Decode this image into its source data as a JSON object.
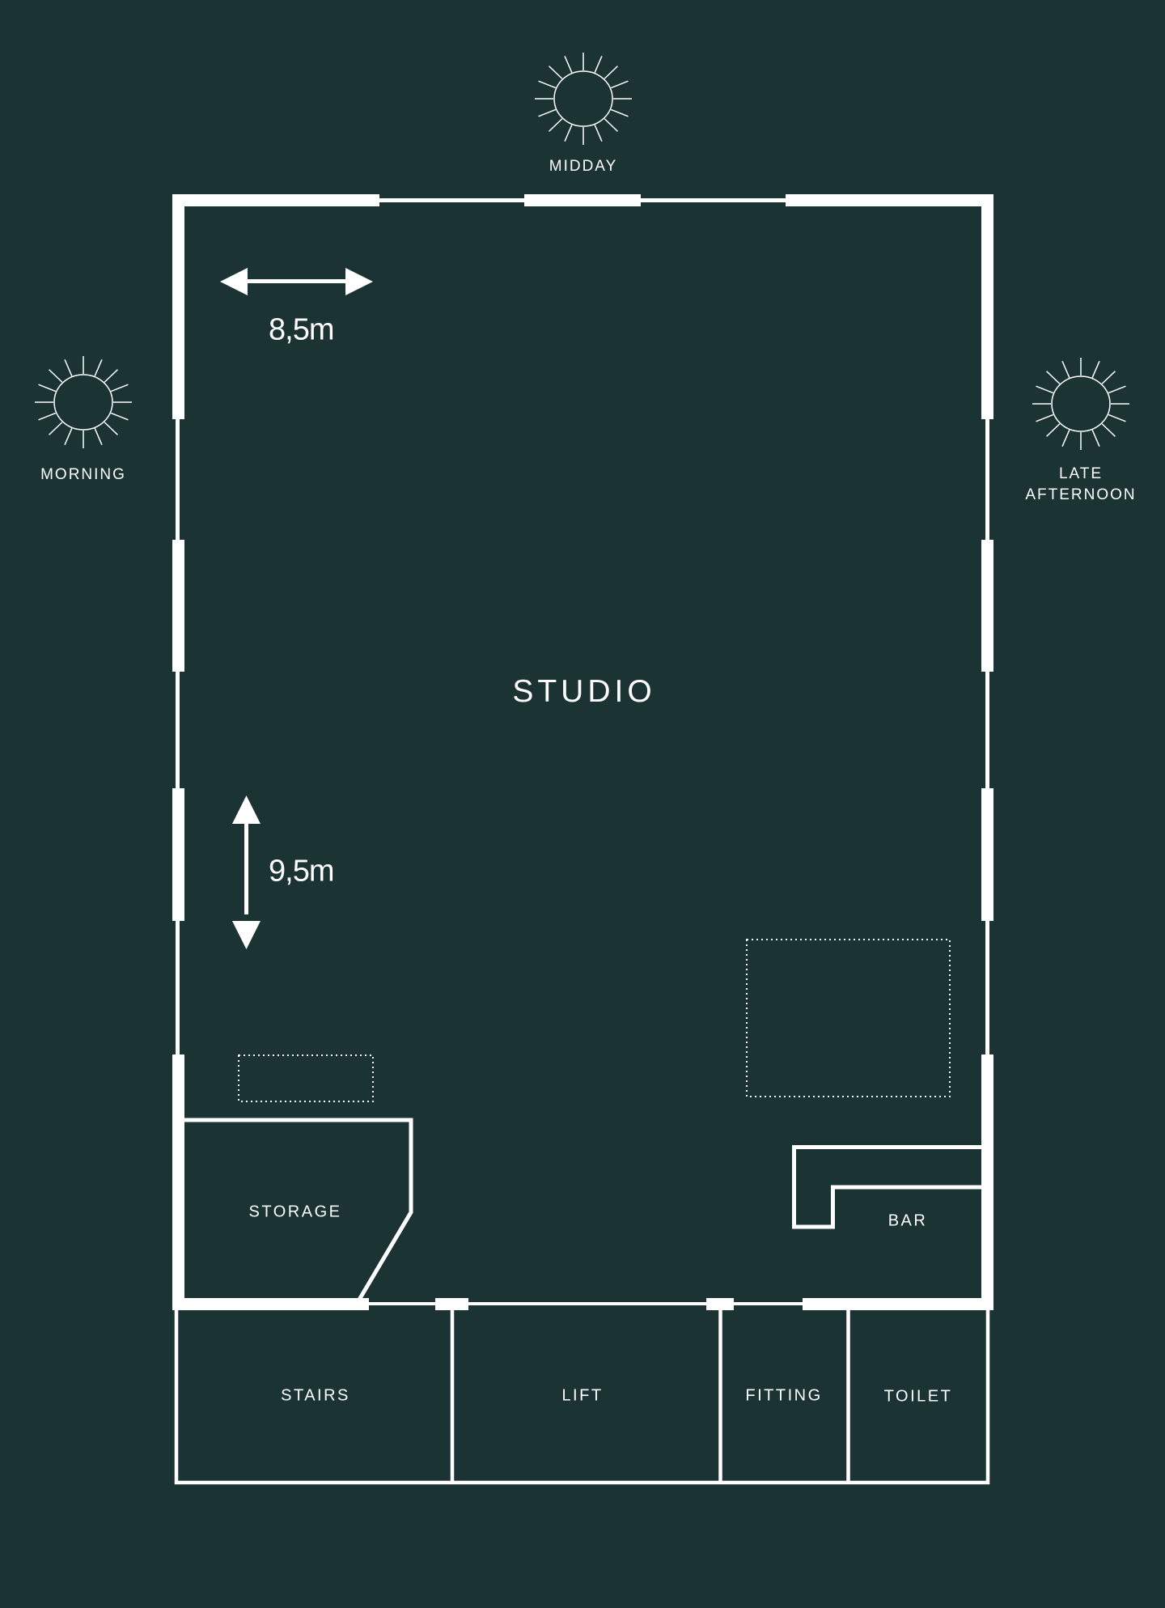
{
  "colors": {
    "background": "#1b3333",
    "line": "#ffffff"
  },
  "suns": [
    {
      "id": "midday",
      "label": "MIDDAY",
      "icon": "sun-icon"
    },
    {
      "id": "morning",
      "label": "MORNING",
      "icon": "sun-icon"
    },
    {
      "id": "late_afternoon",
      "label": "LATE\nAFTERNOON",
      "label_line1": "LATE",
      "label_line2": "AFTERNOON",
      "icon": "sun-icon"
    }
  ],
  "dimensions": {
    "width": {
      "label": "8,5m",
      "icon": "double-arrow-horizontal-icon"
    },
    "depth": {
      "label": "9,5m",
      "icon": "double-arrow-vertical-icon"
    }
  },
  "rooms": {
    "studio": "STUDIO",
    "storage": "STORAGE",
    "bar": "BAR",
    "stairs": "STAIRS",
    "lift": "LIFT",
    "fitting": "FITTING",
    "toilet": "TOILET"
  },
  "furniture": [
    {
      "id": "bench",
      "style": "dotted-outline"
    },
    {
      "id": "platform",
      "style": "dotted-outline"
    }
  ]
}
